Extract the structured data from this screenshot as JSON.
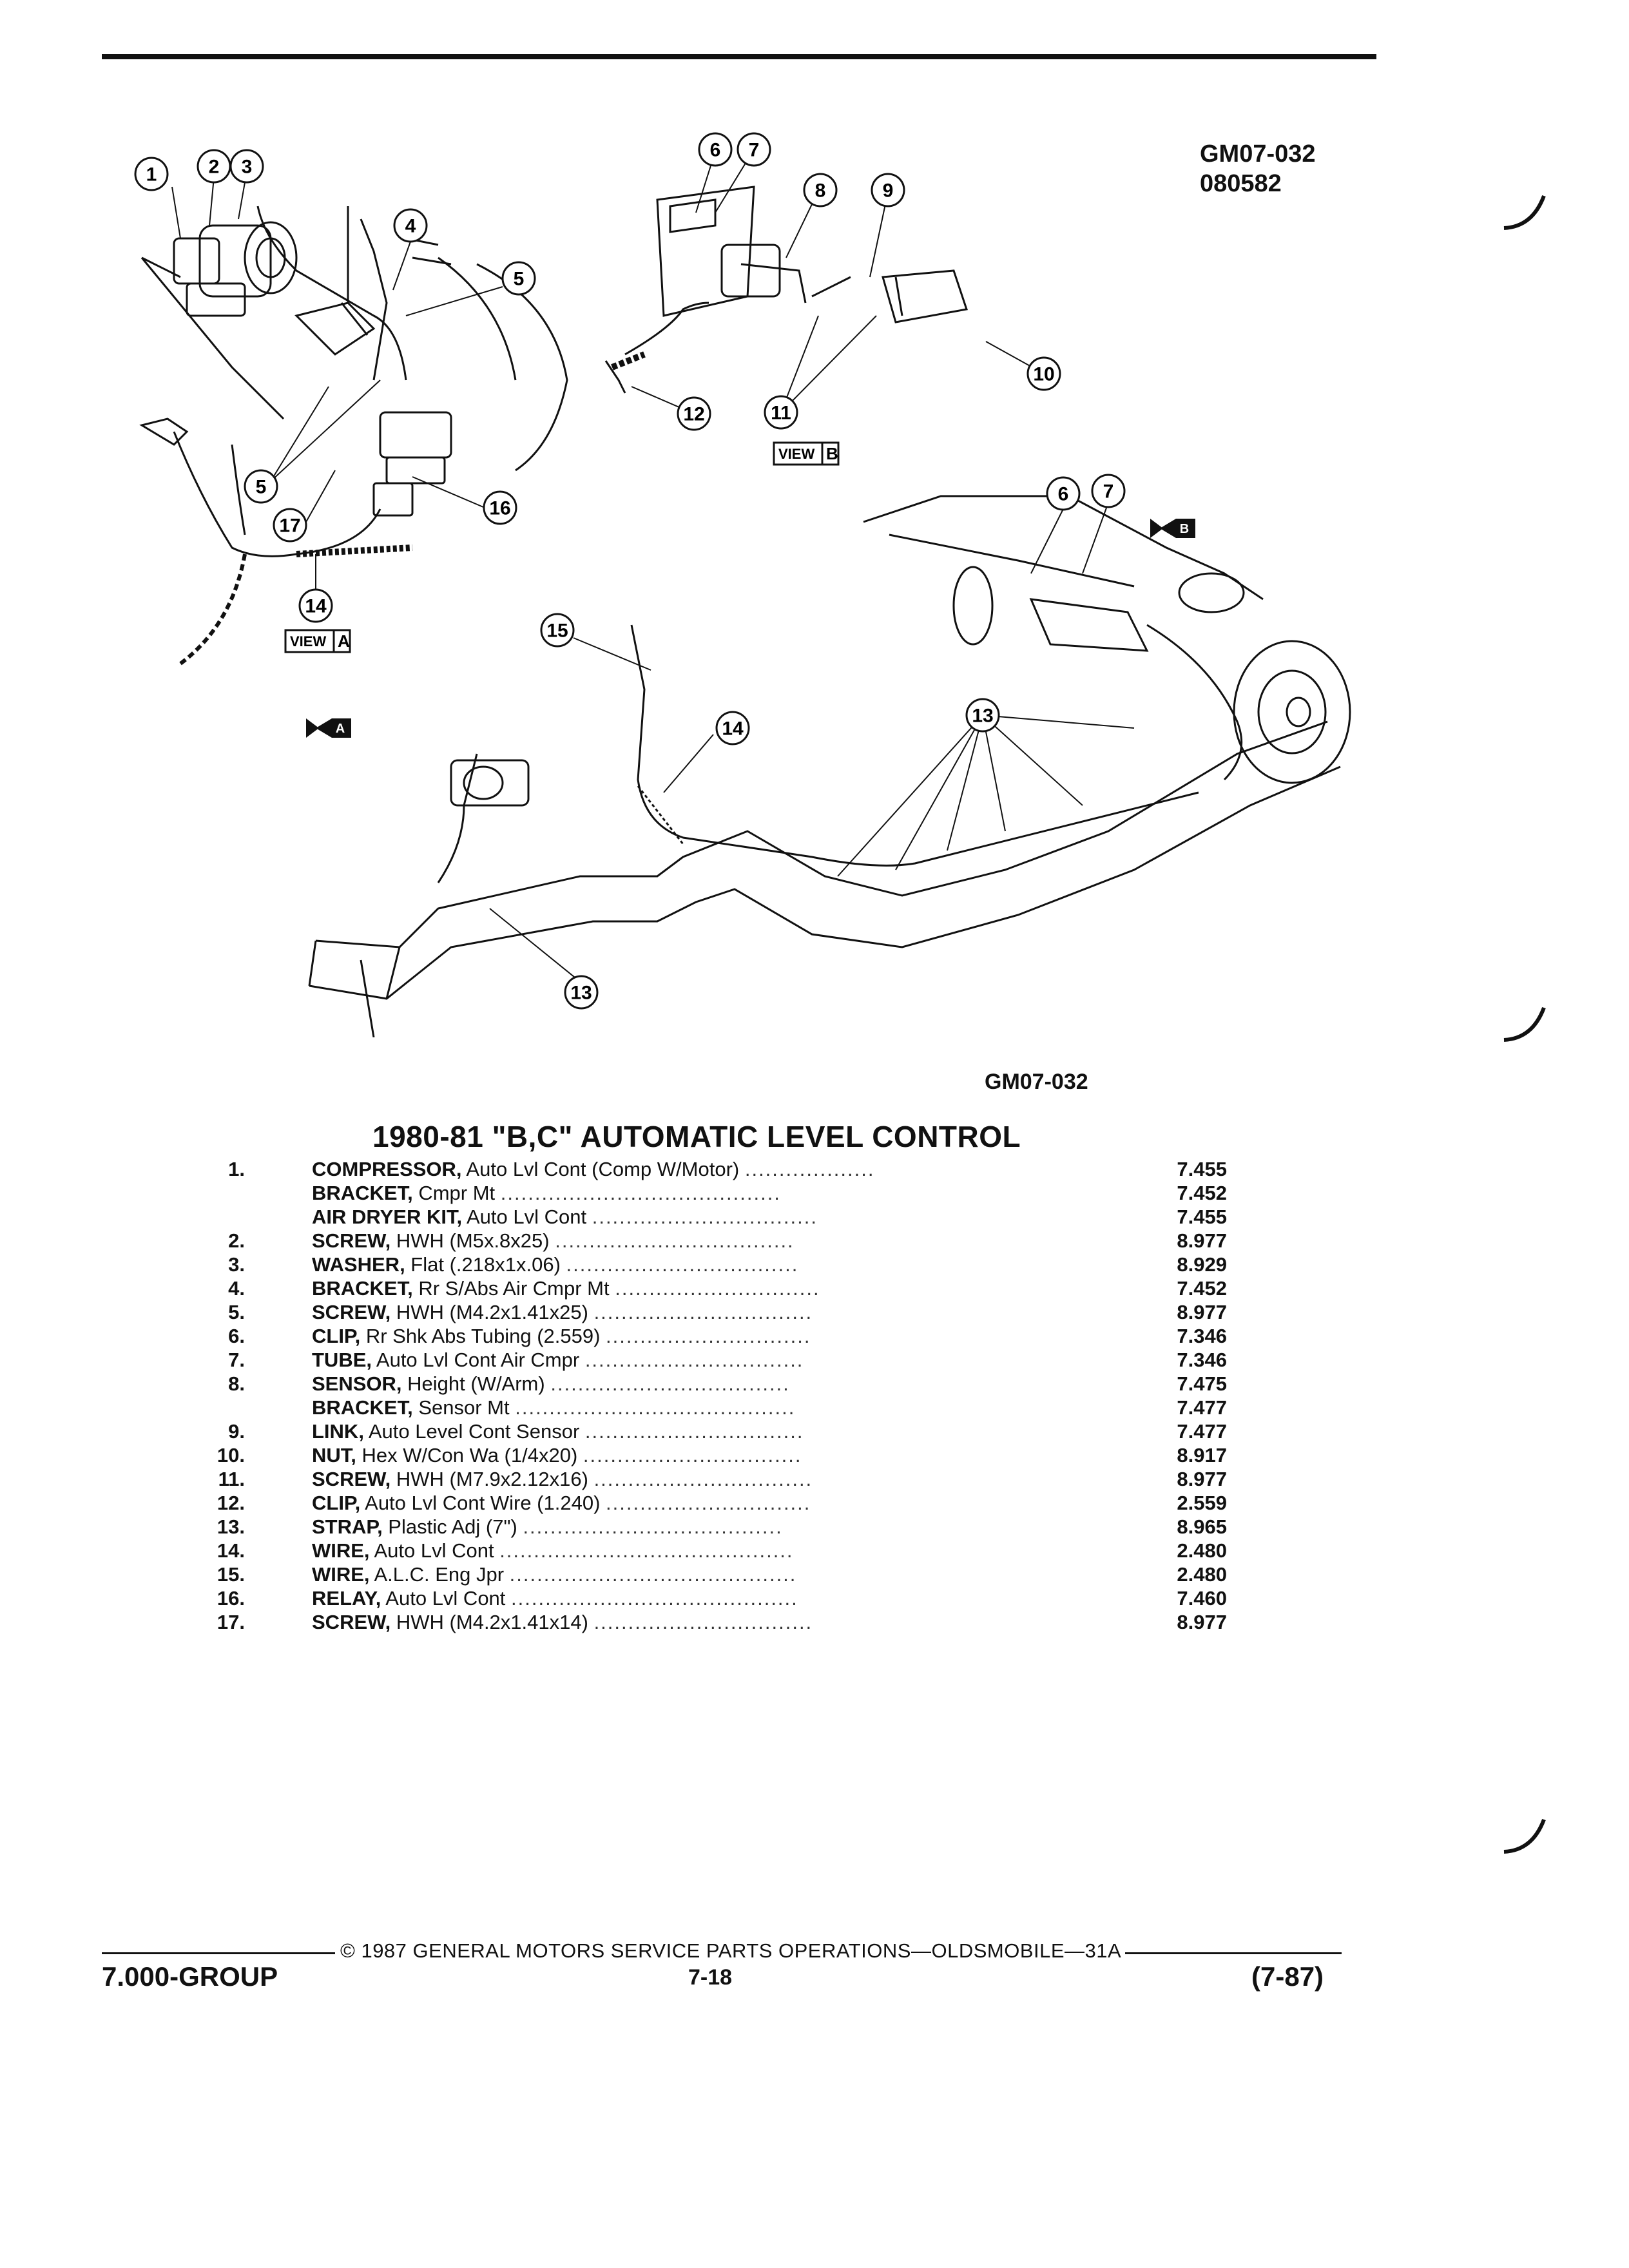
{
  "header": {
    "figure_code": "GM07-032",
    "date_code": "080582"
  },
  "figure": {
    "code": "GM07-032",
    "view_a_label": "VIEW",
    "view_a_letter": "A",
    "view_b_label": "VIEW",
    "view_b_letter": "B",
    "arrow_a_letter": "A",
    "arrow_b_letter": "B",
    "callouts": [
      "1",
      "2",
      "3",
      "4",
      "5",
      "5",
      "17",
      "16",
      "14",
      "6",
      "7",
      "8",
      "9",
      "10",
      "11",
      "12",
      "6",
      "7",
      "15",
      "14",
      "13",
      "13"
    ]
  },
  "list": {
    "title": "1980-81 \"B,C\" AUTOMATIC LEVEL CONTROL",
    "items": [
      {
        "num": "1.",
        "name": "COMPRESSOR,",
        "desc": " Auto Lvl Cont (Comp W/Motor) ",
        "dots": "...................",
        "ref": "7.455"
      },
      {
        "num": "",
        "name": "BRACKET,",
        "desc": " Cmpr Mt ",
        "dots": ".........................................",
        "ref": "7.452"
      },
      {
        "num": "",
        "name": "AIR DRYER KIT,",
        "desc": " Auto Lvl Cont ",
        "dots": ".................................",
        "ref": "7.455"
      },
      {
        "num": "2.",
        "name": "SCREW,",
        "desc": " HWH (M5x.8x25) ",
        "dots": "...................................",
        "ref": "8.977"
      },
      {
        "num": "3.",
        "name": "WASHER,",
        "desc": " Flat (.218x1x.06) ",
        "dots": "..................................",
        "ref": "8.929"
      },
      {
        "num": "4.",
        "name": "BRACKET,",
        "desc": " Rr S/Abs Air Cmpr Mt ",
        "dots": "..............................",
        "ref": "7.452"
      },
      {
        "num": "5.",
        "name": "SCREW,",
        "desc": " HWH (M4.2x1.41x25) ",
        "dots": "................................",
        "ref": "8.977"
      },
      {
        "num": "6.",
        "name": "CLIP,",
        "desc": " Rr Shk Abs Tubing (2.559) ",
        "dots": "..............................",
        "ref": "7.346"
      },
      {
        "num": "7.",
        "name": "TUBE,",
        "desc": " Auto Lvl Cont Air Cmpr ",
        "dots": "................................",
        "ref": "7.346"
      },
      {
        "num": "8.",
        "name": "SENSOR,",
        "desc": " Height (W/Arm) ",
        "dots": "...................................",
        "ref": "7.475"
      },
      {
        "num": "",
        "name": "BRACKET,",
        "desc": " Sensor Mt ",
        "dots": ".........................................",
        "ref": "7.477"
      },
      {
        "num": "9.",
        "name": "LINK,",
        "desc": " Auto Level Cont Sensor ",
        "dots": "................................",
        "ref": "7.477"
      },
      {
        "num": "10.",
        "name": "NUT,",
        "desc": " Hex W/Con Wa (1/4x20) ",
        "dots": "................................",
        "ref": "8.917"
      },
      {
        "num": "11.",
        "name": "SCREW,",
        "desc": " HWH (M7.9x2.12x16) ",
        "dots": "................................",
        "ref": "8.977"
      },
      {
        "num": "12.",
        "name": "CLIP,",
        "desc": " Auto Lvl Cont Wire (1.240) ",
        "dots": "..............................",
        "ref": "2.559"
      },
      {
        "num": "13.",
        "name": "STRAP,",
        "desc": " Plastic Adj (7\") ",
        "dots": "......................................",
        "ref": "8.965"
      },
      {
        "num": "14.",
        "name": "WIRE,",
        "desc": " Auto Lvl Cont ",
        "dots": "...........................................",
        "ref": "2.480"
      },
      {
        "num": "15.",
        "name": "WIRE,",
        "desc": " A.L.C. Eng Jpr ",
        "dots": "..........................................",
        "ref": "2.480"
      },
      {
        "num": "16.",
        "name": "RELAY,",
        "desc": " Auto Lvl Cont ",
        "dots": "..........................................",
        "ref": "7.460"
      },
      {
        "num": "17.",
        "name": "SCREW,",
        "desc": " HWH (M4.2x1.41x14) ",
        "dots": "................................",
        "ref": "8.977"
      }
    ]
  },
  "footer": {
    "copyright": "© 1987 GENERAL MOTORS SERVICE PARTS OPERATIONS—OLDSMOBILE—31A",
    "group": "7.000-GROUP",
    "page": "7-18",
    "date": "(7-87)"
  }
}
